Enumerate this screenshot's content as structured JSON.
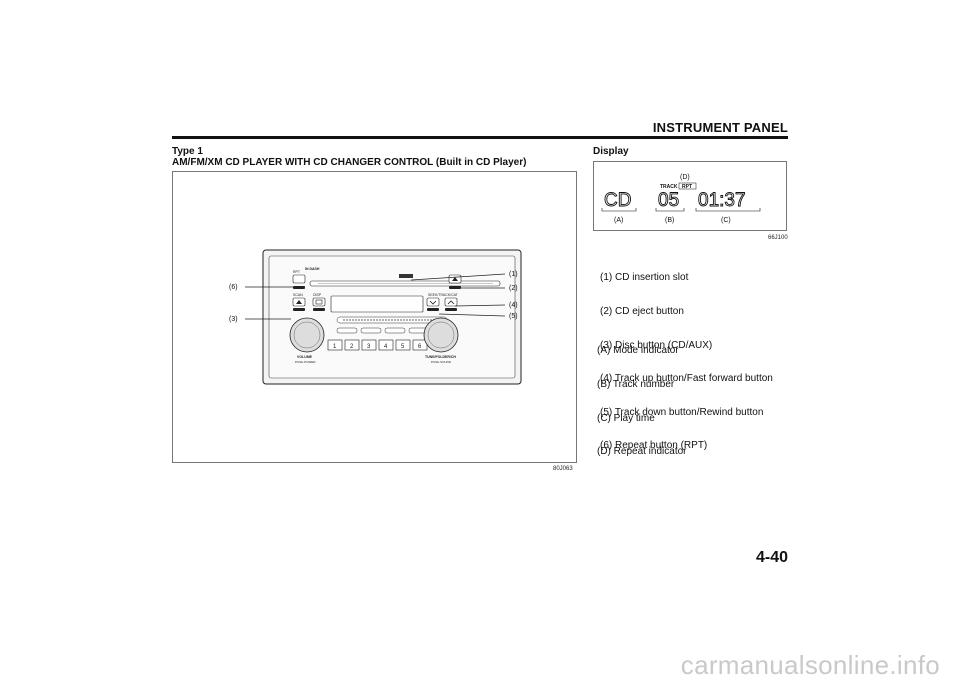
{
  "header": {
    "title": "INSTRUMENT PANEL"
  },
  "figure_left": {
    "type_label": "Type 1",
    "title": "AM/FM/XM CD PLAYER WITH CD CHANGER CONTROL (Built in CD Player)",
    "code": "80J063",
    "callouts": [
      "(1)",
      "(2)",
      "(3)",
      "(4)",
      "(5)",
      "(6)"
    ],
    "panel_labels": {
      "rpt": "RPT",
      "scan": "SCAN",
      "disp": "DISP",
      "seek_track_cat": "SEEK/TRACK/CAT",
      "volume": "VOLUME",
      "push_power": "PUSH POWER",
      "tune_folder_ch": "TUNE/FOLDER/CH",
      "push_sound": "PUSH SOUND",
      "presets": [
        "1",
        "2",
        "3",
        "4",
        "5",
        "6"
      ]
    }
  },
  "figure_right": {
    "title": "Display",
    "code": "66J100",
    "lcd": {
      "mode": "CD",
      "track": "05",
      "time": "01:37",
      "track_label": "TRACK",
      "rpt_label": "RPT"
    },
    "labels": [
      "(A)",
      "(B)",
      "(C)",
      "(D)"
    ]
  },
  "legend_numbers": [
    "(1) CD insertion slot",
    "(2) CD eject button",
    "(3) Disc button (CD/AUX)",
    "(4) Track up button/Fast forward button",
    "(5) Track down button/Rewind button",
    "(6) Repeat button (RPT)"
  ],
  "legend_letters": [
    "(A) Mode indicator",
    "(B) Track number",
    "(C) Play time",
    "(D) Repeat indicator"
  ],
  "page_number": "4-40",
  "watermark": "carmanualsonline.info"
}
